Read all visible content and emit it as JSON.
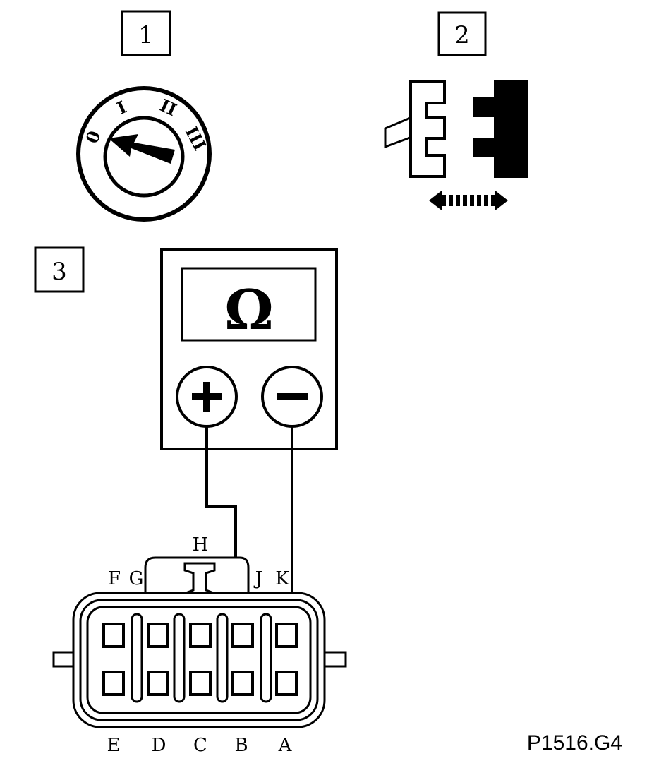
{
  "steps": [
    {
      "number": "1"
    },
    {
      "number": "2"
    },
    {
      "number": "3"
    }
  ],
  "ignition_switch": {
    "positions": [
      "0",
      "I",
      "II",
      "III"
    ]
  },
  "multimeter": {
    "mode_symbol": "Ω",
    "positive_symbol": "+",
    "negative_symbol": "−"
  },
  "connector": {
    "top_labels": [
      "F",
      "G",
      "H",
      "J",
      "K"
    ],
    "bottom_labels": [
      "E",
      "D",
      "C",
      "B",
      "A"
    ]
  },
  "figure_code": "P1516.G4"
}
